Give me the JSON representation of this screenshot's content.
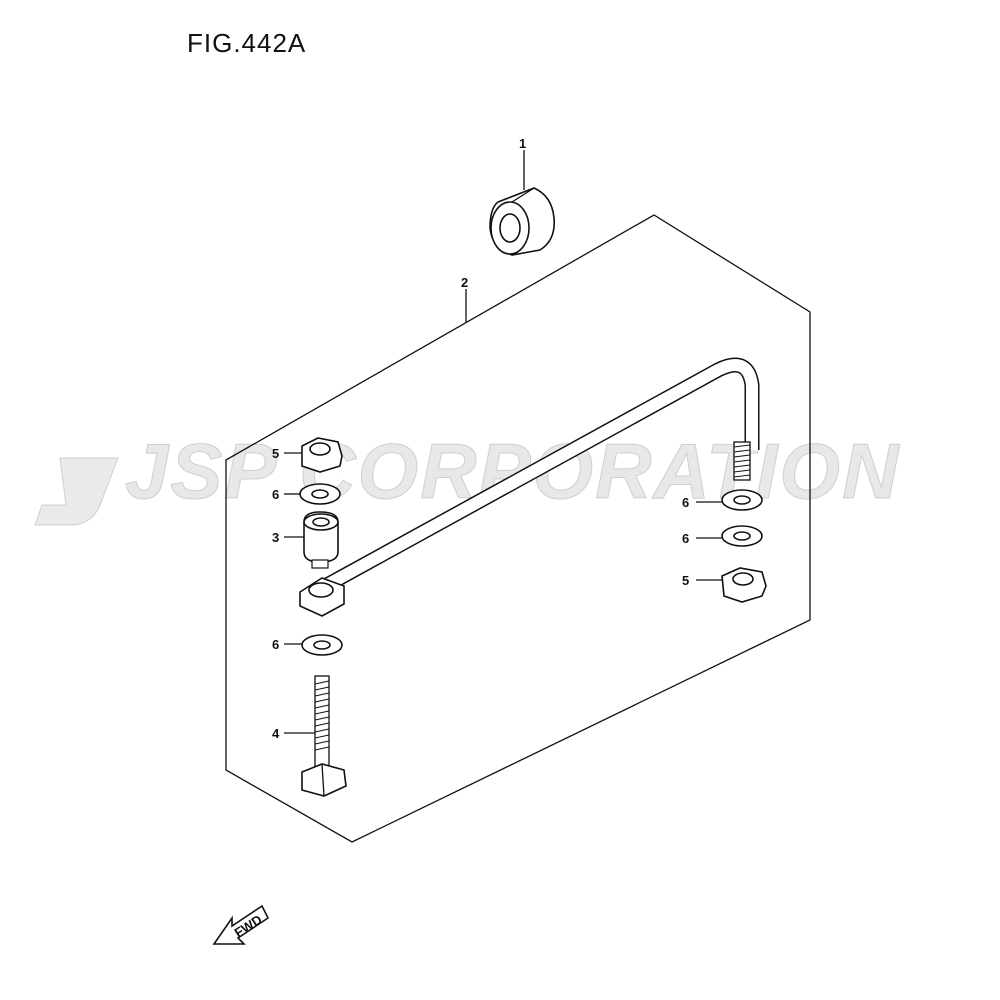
{
  "figure": {
    "title": "FIG.442A"
  },
  "watermark": {
    "text": "JSP CORPORATION"
  },
  "callouts": {
    "c1": "1",
    "c2": "2",
    "c5a": "5",
    "c6a": "6",
    "c3": "3",
    "c6b": "6",
    "c4": "4",
    "c6c": "6",
    "c6d": "6",
    "c5b": "5"
  },
  "fwd": {
    "label": "FWD"
  }
}
